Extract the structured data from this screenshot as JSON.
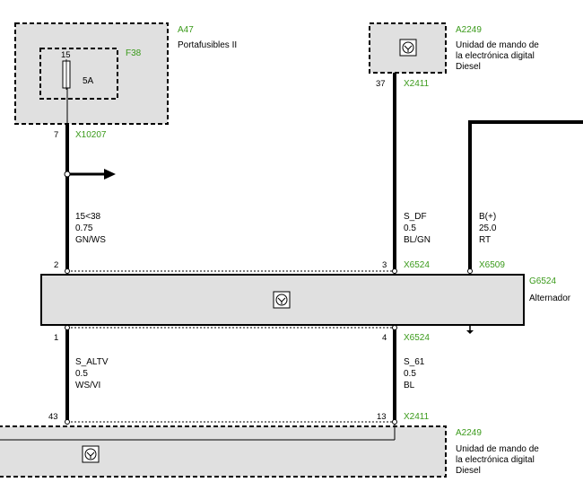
{
  "components": {
    "a47": {
      "code": "A47",
      "label": "Portafusibles II"
    },
    "f38": {
      "code": "F38",
      "pin": "15",
      "rating": "5A"
    },
    "a2249_top": {
      "code": "A2249",
      "label_lines": [
        "Unidad de mando de",
        "la electrónica digital",
        "Diesel"
      ]
    },
    "g6524": {
      "code": "G6524",
      "label": "Alternador"
    },
    "a2249_bottom": {
      "code": "A2249",
      "label_lines": [
        "Unidad de mando de",
        "la electrónica digital",
        "Diesel"
      ]
    }
  },
  "connectors": {
    "x10207": {
      "code": "X10207",
      "pin": "7"
    },
    "x2411_top": {
      "code": "X2411",
      "pin": "37"
    },
    "x6524_left_top": {
      "pin": "2"
    },
    "x6524_right_top": {
      "code": "X6524",
      "pin": "3"
    },
    "x6509": {
      "code": "X6509"
    },
    "x6524_left_bottom": {
      "pin": "1"
    },
    "x6524_right_bottom": {
      "code": "X6524",
      "pin": "4"
    },
    "x2411_bottom_left": {
      "pin": "43"
    },
    "x2411_bottom_right": {
      "code": "X2411",
      "pin": "13"
    }
  },
  "wires": {
    "w15": {
      "lines": [
        "15<38",
        "0.75",
        "GN/WS"
      ]
    },
    "wdf": {
      "lines": [
        "S_DF",
        "0.5",
        "BL/GN"
      ]
    },
    "wbplus": {
      "lines": [
        "B(+)",
        "25.0",
        "RT"
      ]
    },
    "waltv": {
      "lines": [
        "S_ALTV",
        "0.5",
        "WS/VI"
      ]
    },
    "w61": {
      "lines": [
        "S_61",
        "0.5",
        "BL"
      ]
    }
  },
  "colors": {
    "component_code": "#3a9a1a",
    "box_fill": "#e0e0e0",
    "wire": "#000000"
  }
}
